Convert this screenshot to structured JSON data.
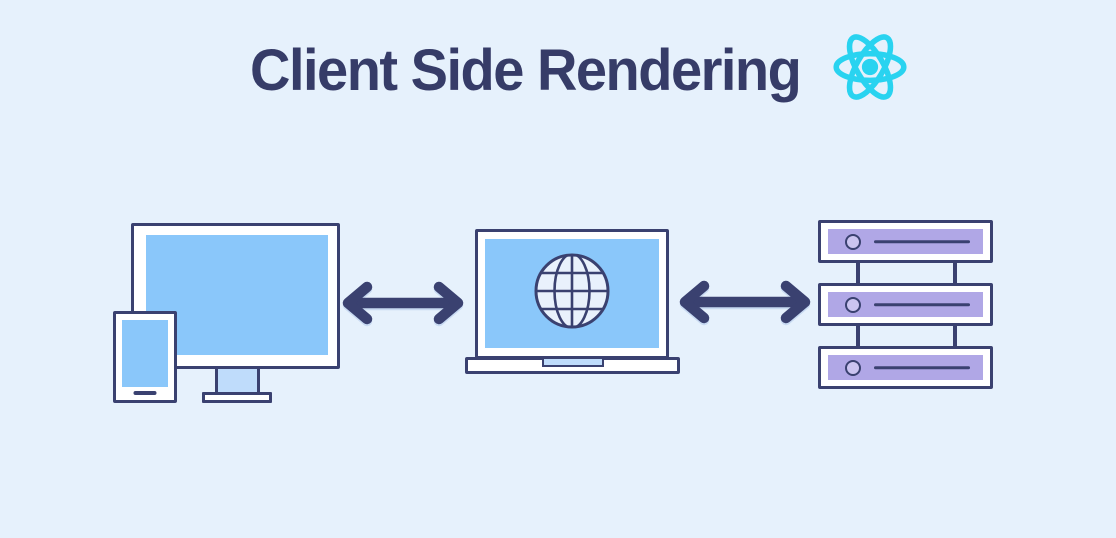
{
  "header": {
    "title": "Client Side Rendering",
    "logo_icon": "react-logo"
  },
  "diagram": {
    "nodes": [
      {
        "id": "client-devices",
        "icons": [
          "desktop-monitor",
          "smartphone"
        ]
      },
      {
        "id": "browser-laptop",
        "icons": [
          "laptop",
          "globe"
        ]
      },
      {
        "id": "server-stack",
        "icons": [
          "server-rack"
        ],
        "server_unit_count": 3
      }
    ],
    "connections": [
      {
        "from": "client-devices",
        "to": "browser-laptop",
        "style": "double-headed-arrow"
      },
      {
        "from": "browser-laptop",
        "to": "server-stack",
        "style": "double-headed-arrow"
      }
    ]
  },
  "colors": {
    "background": "#e6f1fc",
    "navy": "#3a4170",
    "title-navy": "#363c68",
    "screen-blue": "#8ac7fa",
    "accent-blue-light": "#bfdcfb",
    "panel-white": "#ffffff",
    "server-purple": "#b0a7e6",
    "server-led-purple": "#cbc4f0",
    "globe-fill": "#e9f1fc",
    "react-cyan": "#29d3f0"
  }
}
